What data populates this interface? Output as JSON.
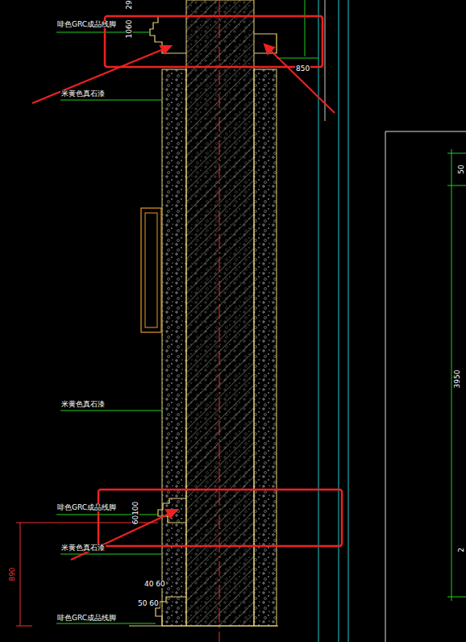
{
  "diagram": {
    "labels": [
      "29",
      "啡色GRC成品线脚",
      "1060",
      "850",
      "米黄色真石漆",
      "米黄色真石漆",
      "啡色GRC成品线脚",
      "60100",
      "米黄色真石漆",
      "890",
      "40 60",
      "50 60",
      "啡色GRC成品线脚",
      "50",
      "3950",
      "2"
    ]
  }
}
